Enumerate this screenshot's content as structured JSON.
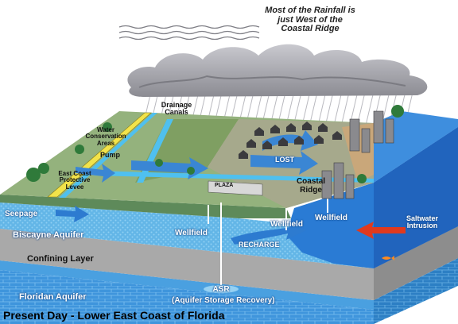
{
  "title_note": "Most of the Rainfall is just West of the Coastal Ridge",
  "labels": {
    "drainage_canals": "Drainage Canals",
    "water_conservation_areas": "Water Conservation Areas",
    "pump": "Pump",
    "east_coast_levee": "East Coast Protective Levee",
    "lost": "LOST",
    "coastal_ridge": "Coastal Ridge",
    "plaza": "PLAZA",
    "seepage": "Seepage",
    "biscayne_aquifer": "Biscayne Aquifer",
    "wellfield_1": "Wellfield",
    "wellfield_2": "Wellfield",
    "wellfield_3": "Wellfield",
    "recharge": "RECHARGE",
    "saltwater_intrusion": "Saltwater Intrusion",
    "confining_layer": "Confining Layer",
    "floridan_aquifer": "Floridan Aquifer",
    "asr": "ASR",
    "asr_full": "(Aquifer Storage Recovery)"
  },
  "caption": "Present Day - Lower East Coast of Florida",
  "colors": {
    "sky_cloud": "#9a9aa0",
    "land_green": "#8fae7a",
    "aquifer_blue": "#5fb4e6",
    "ocean_blue": "#1f6fc8",
    "confining_gray": "#a7a7a7",
    "floridan_blue": "#3f95dc",
    "levee_yellow": "#f2e34a",
    "canal_blue": "#4fc0ef"
  }
}
